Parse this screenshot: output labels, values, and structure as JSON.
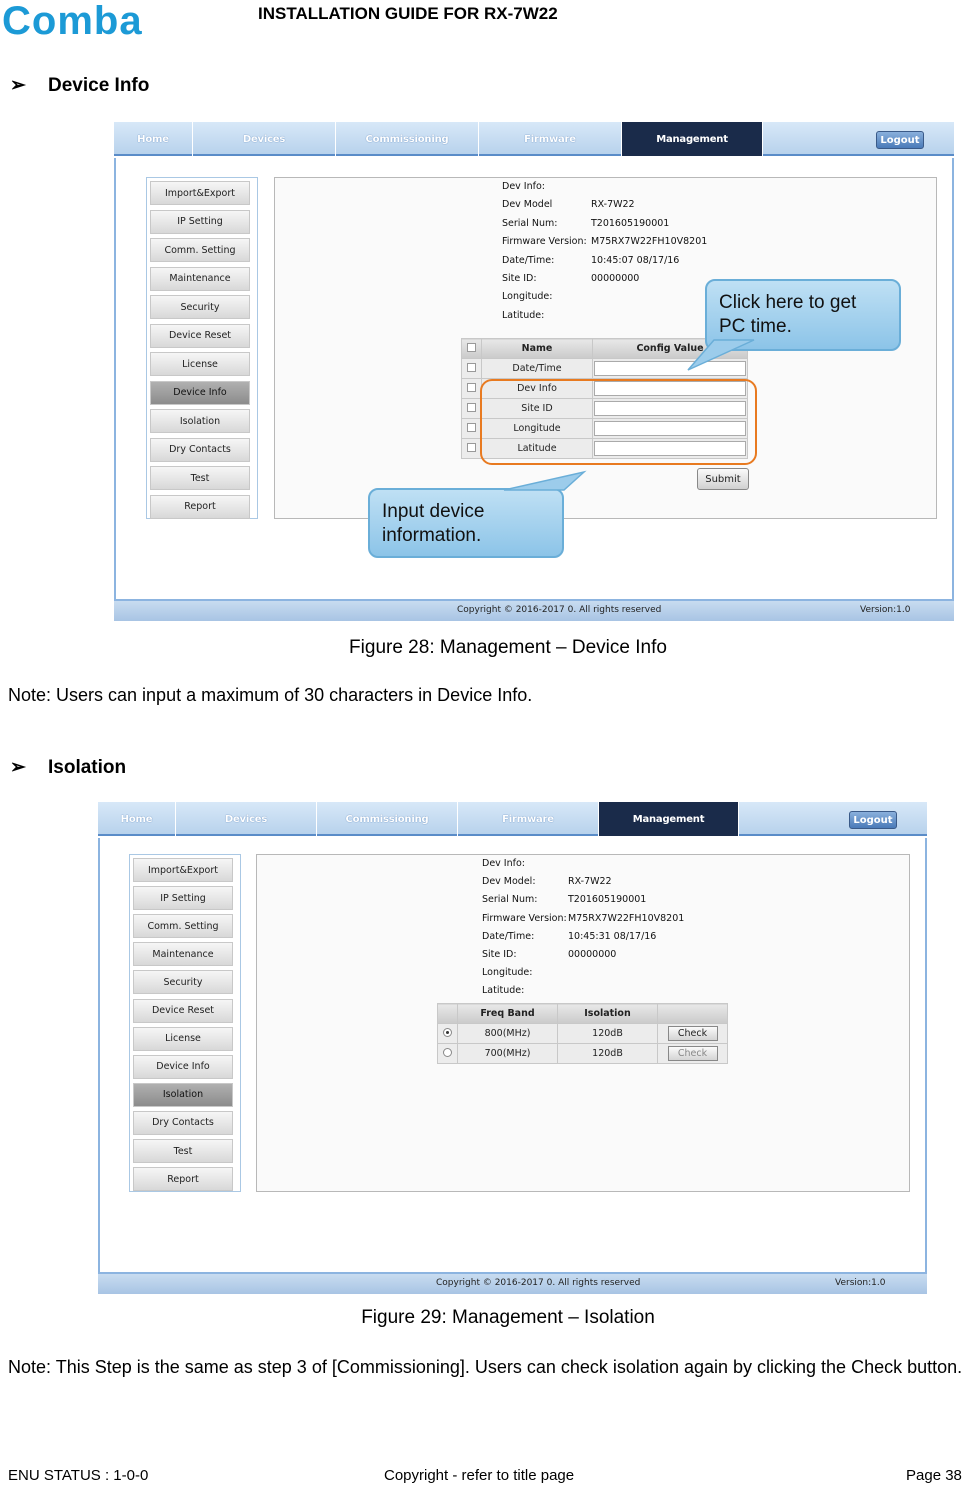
{
  "header": {
    "logo_text": "Comba",
    "title": "INSTALLATION GUIDE FOR RX-7W22"
  },
  "sections": [
    {
      "bullet": "➢",
      "heading": "Device Info"
    },
    {
      "bullet": "➢",
      "heading": "Isolation"
    }
  ],
  "web_ui": {
    "tabs": [
      "Home",
      "Devices",
      "Commissioning",
      "Firmware",
      "Management"
    ],
    "logout": "Logout",
    "sidebar": [
      "Import&Export",
      "IP Setting",
      "Comm. Setting",
      "Maintenance",
      "Security",
      "Device Reset",
      "License",
      "Device Info",
      "Isolation",
      "Dry Contacts",
      "Test",
      "Report"
    ],
    "copyright": "Copyright © 2016-2017 0. All rights reserved",
    "version": "Version:1.0"
  },
  "figure28": {
    "active_sidebar": "Device Info",
    "info": [
      {
        "label": "Dev Info:",
        "value": ""
      },
      {
        "label": "Dev Model",
        "value": "RX-7W22"
      },
      {
        "label": "Serial Num:",
        "value": "T201605190001"
      },
      {
        "label": "Firmware Version:",
        "value": "M75RX7W22FH10V8201"
      },
      {
        "label": "Date/Time:",
        "value": "10:45:07 08/17/16"
      },
      {
        "label": "Site ID:",
        "value": "00000000"
      },
      {
        "label": "Longitude:",
        "value": ""
      },
      {
        "label": "Latitude:",
        "value": ""
      }
    ],
    "table": {
      "headers": [
        "Name",
        "Config Value"
      ],
      "rows": [
        "Date/Time",
        "Dev Info",
        "Site ID",
        "Longitude",
        "Latitude"
      ]
    },
    "submit": "Submit",
    "callout_pc_time": "Click here to get PC time.",
    "callout_input": "Input device information.",
    "caption": "Figure 28: Management – Device Info"
  },
  "note1": "Note: Users can input a maximum of 30 characters in Device Info.",
  "figure29": {
    "active_sidebar": "Isolation",
    "info": [
      {
        "label": "Dev Info:",
        "value": ""
      },
      {
        "label": "Dev Model:",
        "value": "RX-7W22"
      },
      {
        "label": "Serial Num:",
        "value": "T201605190001"
      },
      {
        "label": "Firmware Version:",
        "value": "M75RX7W22FH10V8201"
      },
      {
        "label": "Date/Time:",
        "value": "10:45:31 08/17/16"
      },
      {
        "label": "Site ID:",
        "value": "00000000"
      },
      {
        "label": "Longitude:",
        "value": ""
      },
      {
        "label": "Latitude:",
        "value": ""
      }
    ],
    "table": {
      "headers": [
        "Freq Band",
        "Isolation"
      ],
      "rows": [
        {
          "band": "800(MHz)",
          "isolation": "120dB",
          "button": "Check",
          "selected": true
        },
        {
          "band": "700(MHz)",
          "isolation": "120dB",
          "button": "Check",
          "selected": false
        }
      ]
    },
    "caption": "Figure 29: Management – Isolation"
  },
  "note2": "Note: This Step is the same as step 3 of [Commissioning]. Users can check isolation again by clicking the Check button.",
  "footer": {
    "left": "ENU STATUS : 1-0-0",
    "center": "Copyright - refer to title page",
    "right": "Page 38"
  },
  "colors": {
    "logo_blue": "#1c9ad6",
    "nav_active": "#1a2b4a",
    "callout_fill": "#a8d4ee",
    "highlight_orange": "#e87a20"
  }
}
